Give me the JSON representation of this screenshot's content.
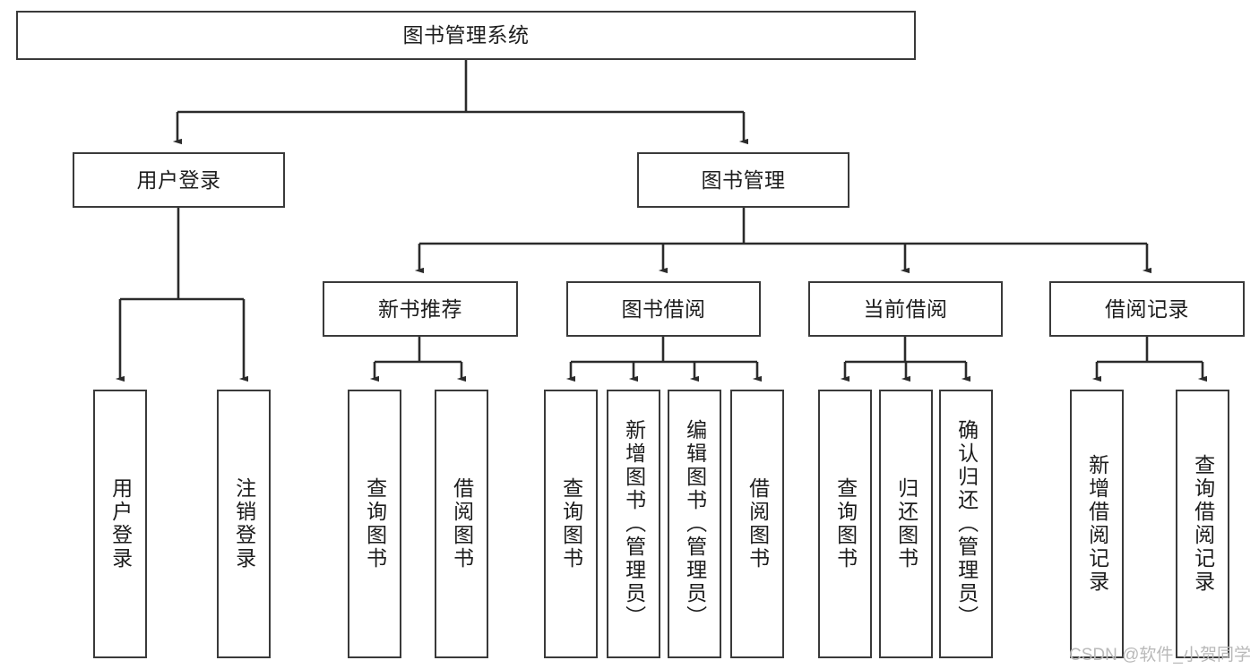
{
  "diagram": {
    "title": "图书管理系统",
    "type": "tree-hierarchy",
    "colors": {
      "stroke": "#3a3a3a",
      "box_fill": "#ffffff",
      "text": "#1d1d1d",
      "watermark": "#b9b9b9"
    },
    "nodes": {
      "root": {
        "label": "图书管理系统"
      },
      "level2": [
        {
          "id": "user-login",
          "label": "用户登录"
        },
        {
          "id": "book-management",
          "label": "图书管理"
        }
      ],
      "level3": [
        {
          "id": "new-book-recommend",
          "label": "新书推荐"
        },
        {
          "id": "book-borrow",
          "label": "图书借阅"
        },
        {
          "id": "current-borrow",
          "label": "当前借阅"
        },
        {
          "id": "borrow-record",
          "label": "借阅记录"
        }
      ],
      "leaves": {
        "user_login": [
          {
            "id": "leaf-user-login",
            "label": "用户登录"
          },
          {
            "id": "leaf-logout-login",
            "label": "注销登录"
          }
        ],
        "new_book_recommend": [
          {
            "id": "leaf-query-book-1",
            "label": "查询图书"
          },
          {
            "id": "leaf-borrow-book-1",
            "label": "借阅图书"
          }
        ],
        "book_borrow": [
          {
            "id": "leaf-query-book-2",
            "label": "查询图书"
          },
          {
            "id": "leaf-add-book-admin",
            "label": "新增图书（管理员）"
          },
          {
            "id": "leaf-edit-book-admin",
            "label": "编辑图书（管理员）"
          },
          {
            "id": "leaf-borrow-book-2",
            "label": "借阅图书"
          }
        ],
        "current_borrow": [
          {
            "id": "leaf-query-book-3",
            "label": "查询图书"
          },
          {
            "id": "leaf-return-book",
            "label": "归还图书"
          },
          {
            "id": "leaf-confirm-return-admin",
            "label": "确认归还（管理员）"
          }
        ],
        "borrow_record": [
          {
            "id": "leaf-add-borrow-record",
            "label": "新增借阅记录"
          },
          {
            "id": "leaf-query-borrow-record",
            "label": "查询借阅记录"
          }
        ]
      }
    },
    "watermark": "CSDN @软件_小贺同学"
  }
}
